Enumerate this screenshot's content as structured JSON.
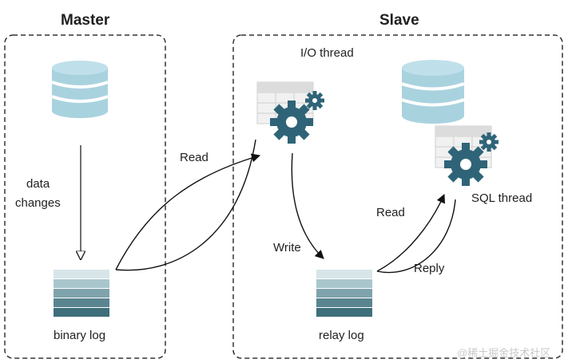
{
  "master": {
    "title": "Master",
    "data_changes_line1": "data",
    "data_changes_line2": "changes",
    "binary_log": "binary log"
  },
  "slave": {
    "title": "Slave",
    "io_thread": "I/O thread",
    "sql_thread": "SQL thread",
    "relay_log": "relay log"
  },
  "arrows": {
    "read_io": "Read",
    "write": "Write",
    "read_sql": "Read",
    "reply": "Reply"
  },
  "watermark": "@稀土掘金技术社区",
  "colors": {
    "db_light": "#a9d2df",
    "db_mid": "#3d8aa4",
    "gear": "#2f6478",
    "log_light": "#cfdee2",
    "log_dark": "#3e6f7b",
    "border": "#333333"
  }
}
